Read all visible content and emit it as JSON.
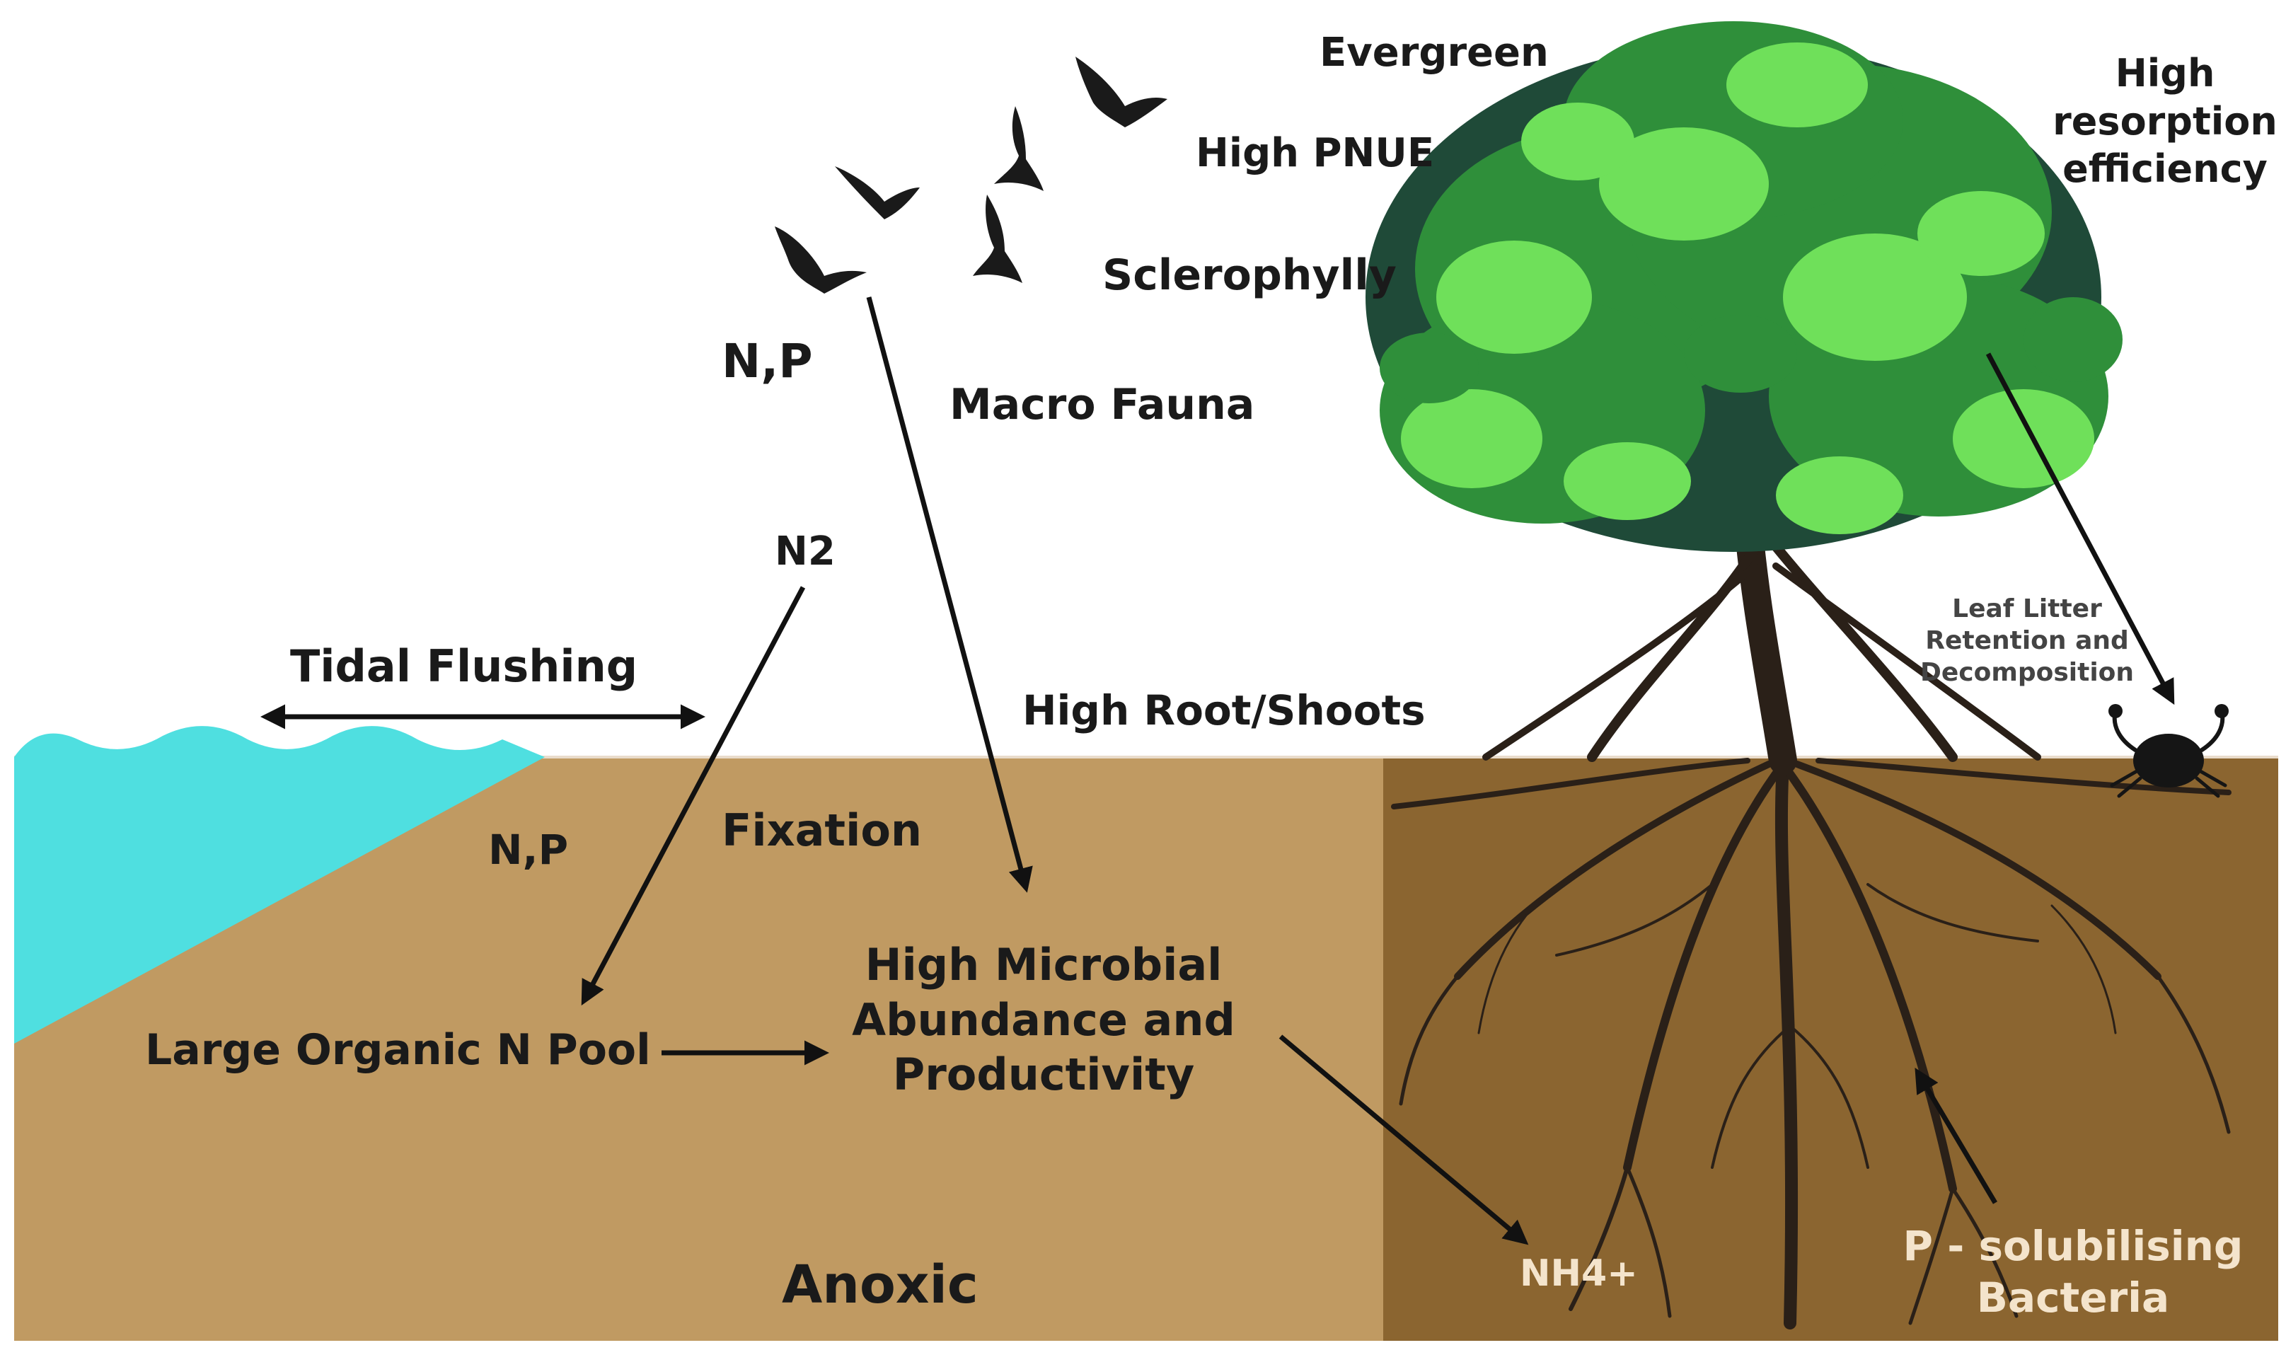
{
  "labels": {
    "evergreen": "Evergreen",
    "high_pnue": "High PNUE",
    "sclerophylly": "Sclerophylly",
    "high_resorption_line1": "High",
    "high_resorption_line2": "resorption",
    "high_resorption_line3": "efficiency",
    "np_air": "N,P",
    "macro_fauna": "Macro Fauna",
    "n2": "N2",
    "tidal_flushing": "Tidal Flushing",
    "high_root_shoots": "High Root/Shoots",
    "leaf_litter_line1": "Leaf Litter",
    "leaf_litter_line2": "Retention and",
    "leaf_litter_line3": "Decomposition",
    "np_sediment": "N,P",
    "fixation": "Fixation",
    "microbial_line1": "High Microbial",
    "microbial_line2": "Abundance and",
    "microbial_line3": "Productivity",
    "organic_n_pool": "Large Organic N Pool",
    "anoxic": "Anoxic",
    "nh4": "NH4+",
    "p_solubilising_line1": "P - solubilising",
    "p_solubilising_line2": "Bacteria"
  },
  "colors": {
    "water": "#4fdfe0",
    "sediment": "#c09a62",
    "sediment_dark": "#8b6530",
    "sky": "#ffffff",
    "text_dark": "#1a1a1a",
    "text_light": "#f4e4cc",
    "foliage_dark": "#1f4a38",
    "foliage_mid": "#2f8f3a",
    "foliage_light": "#6fe05a",
    "root": "#2a2018",
    "bird": "#1a1a1a",
    "crab": "#151515"
  },
  "icons": [
    "bird-icon",
    "mangrove-tree-icon",
    "crab-icon",
    "wave-icon"
  ]
}
